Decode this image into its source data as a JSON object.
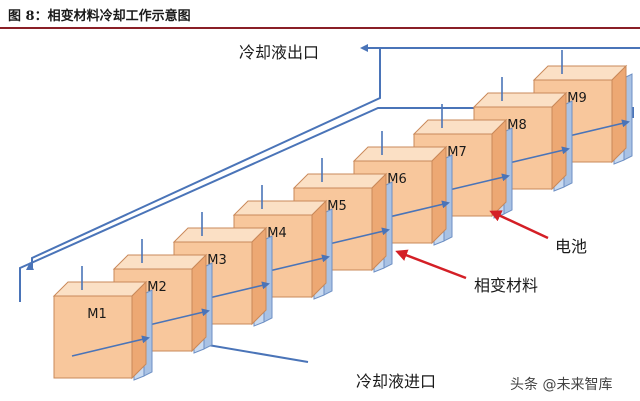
{
  "figure": {
    "title": "图 8：相变材料冷却工作示意图"
  },
  "labels": {
    "coolant_outlet": "冷却液出口",
    "coolant_inlet": "冷却液进口",
    "battery": "电池",
    "pcm": "相变材料"
  },
  "modules": [
    "M1",
    "M2",
    "M3",
    "M4",
    "M5",
    "M6",
    "M7",
    "M8",
    "M9"
  ],
  "watermark": "头条 @未来智库",
  "colors": {
    "battery_front": "#f8c79c",
    "battery_side": "#eda873",
    "battery_top": "#fbe0c5",
    "pcm_plate": "#c9daf0",
    "coolant_line": "#4a74b8",
    "pointer_arrow": "#d41f26",
    "title_rule": "#8a1f26"
  }
}
